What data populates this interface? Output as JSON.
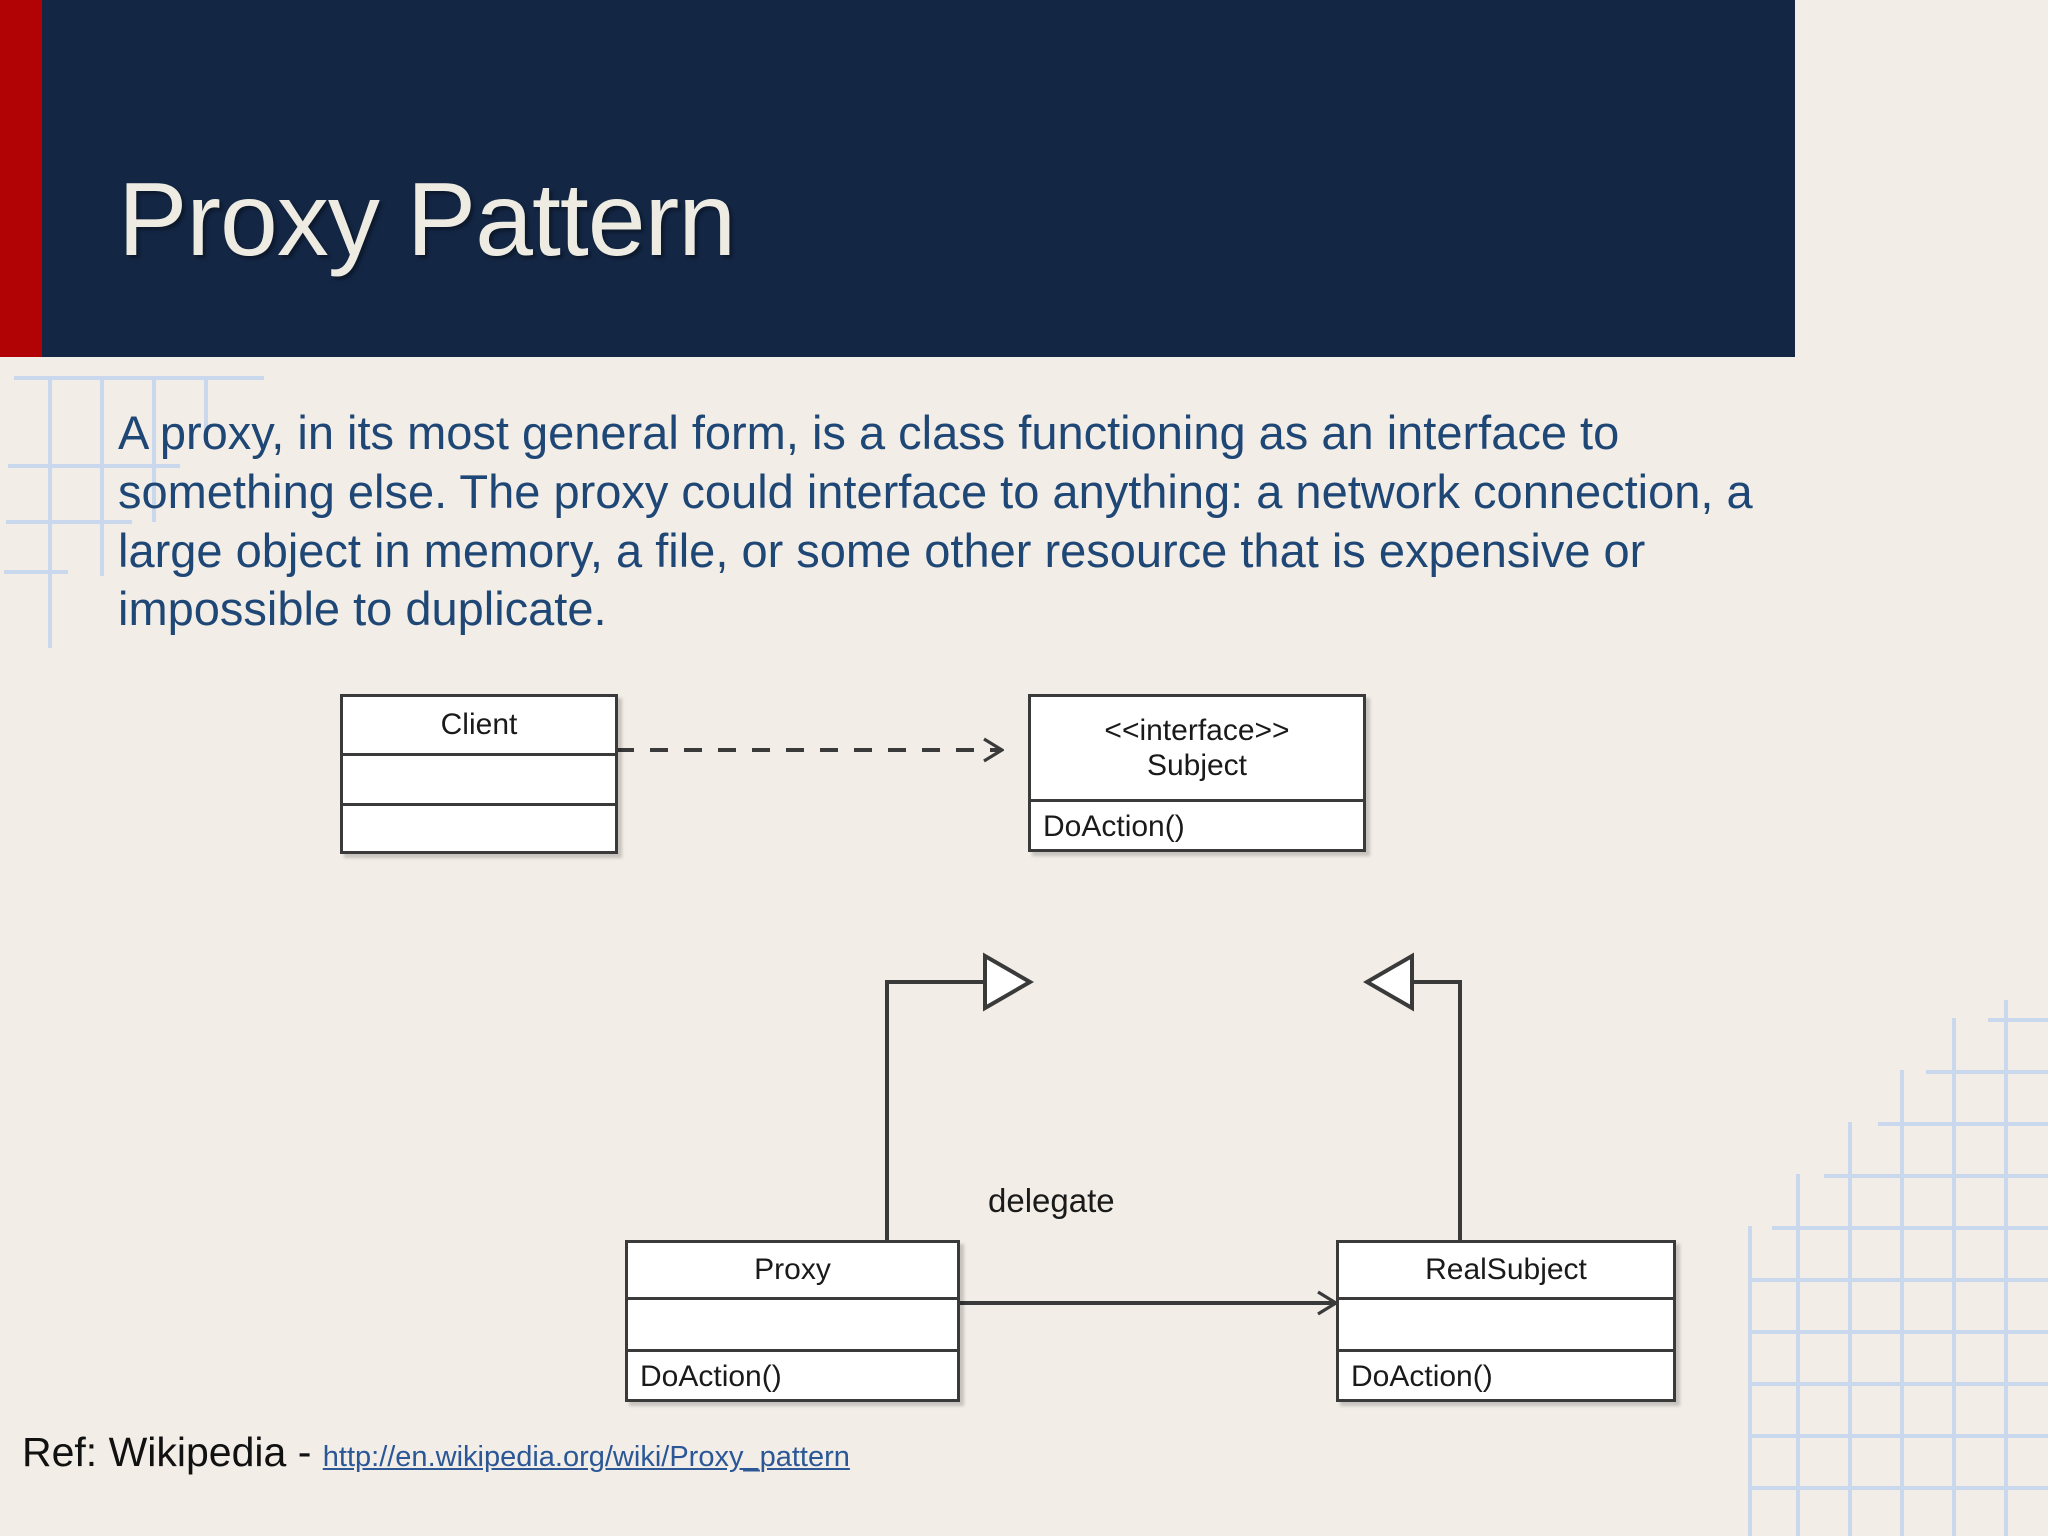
{
  "slide": {
    "title": "Proxy Pattern",
    "body": "A proxy, in its most general form, is a class functioning as an interface to something else. The proxy could interface to anything: a network connection, a large object in memory, a file, or some other resource that is expensive or impossible to duplicate.",
    "colors": {
      "background": "#f2ede7",
      "header_navy": "#132644",
      "header_accent_red": "#b10206",
      "title_text": "#eeece2",
      "body_text": "#1f4776",
      "link_blue": "#2b5796",
      "grid_decor": "#c9d8ec",
      "diagram_stroke": "#3a3a3a",
      "diagram_fill": "#ffffff"
    }
  },
  "diagram": {
    "type": "uml-class-diagram",
    "classes": [
      {
        "id": "client",
        "name": "Client",
        "stereotype": "",
        "attributes": "",
        "methods": ""
      },
      {
        "id": "subject",
        "name": "Subject",
        "stereotype": "<<interface>>",
        "methods": "DoAction()"
      },
      {
        "id": "proxy",
        "name": "Proxy",
        "stereotype": "",
        "attributes": "",
        "methods": "DoAction()"
      },
      {
        "id": "realsubject",
        "name": "RealSubject",
        "stereotype": "",
        "attributes": "",
        "methods": "DoAction()"
      }
    ],
    "relationships": [
      {
        "from": "Client",
        "to": "Subject",
        "kind": "dependency",
        "line": "dashed",
        "arrowhead": "open-v",
        "label": ""
      },
      {
        "from": "Proxy",
        "to": "Subject",
        "kind": "realization",
        "line": "solid",
        "arrowhead": "hollow-triangle",
        "label": ""
      },
      {
        "from": "RealSubject",
        "to": "Subject",
        "kind": "realization",
        "line": "solid",
        "arrowhead": "hollow-triangle",
        "label": ""
      },
      {
        "from": "Proxy",
        "to": "RealSubject",
        "kind": "association",
        "line": "solid",
        "arrowhead": "open-v",
        "label": "delegate"
      }
    ],
    "edge_label_delegate": "delegate"
  },
  "footer": {
    "prefix": "Ref: Wikipedia - ",
    "link_text": "http://en.wikipedia.org/wiki/Proxy_pattern"
  }
}
